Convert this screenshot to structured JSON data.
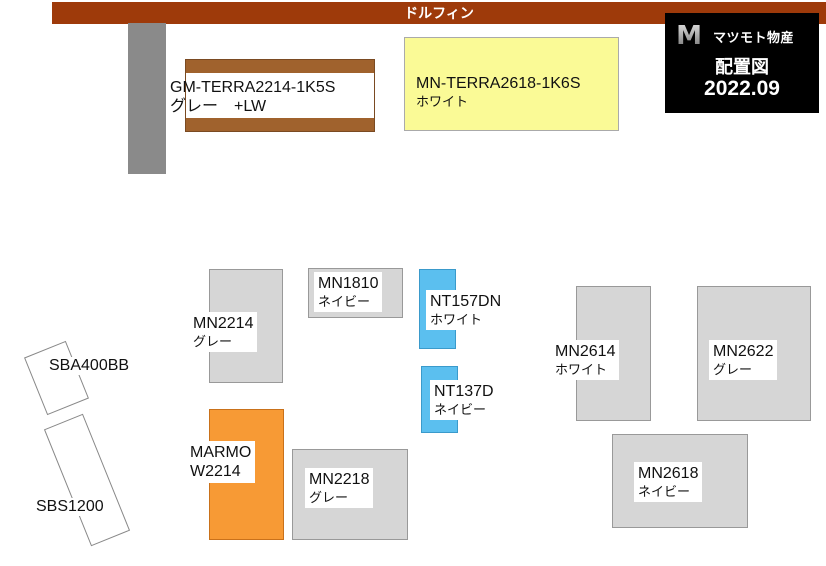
{
  "banner": "ドルフィン",
  "logo": {
    "brand": "マツモト物産",
    "title": "配置図",
    "date": "2022.09"
  },
  "items": [
    {
      "model": "GM-TERRA2214-1K5S",
      "color": "グレー　+LW"
    },
    {
      "model": "MN-TERRA2618-1K6S",
      "color": "ホワイト"
    },
    {
      "model": "MN1810",
      "color": "ネイビー"
    },
    {
      "model": "NT157DN",
      "color": "ホワイト"
    },
    {
      "model": "MN2214",
      "color": "グレー"
    },
    {
      "model": "NT137D",
      "color": "ネイビー"
    },
    {
      "model": "MN2614",
      "color": "ホワイト"
    },
    {
      "model": "MN2622",
      "color": "グレー"
    },
    {
      "model": "MARMO",
      "color": "W2214"
    },
    {
      "model": "MN2218",
      "color": "グレー"
    },
    {
      "model": "MN2618",
      "color": "ネイビー"
    },
    {
      "model": "SBA400BB",
      "color": ""
    },
    {
      "model": "SBS1200",
      "color": ""
    }
  ],
  "colors": {
    "banner": "#9e3a0a",
    "wood": "#a0622d",
    "yellow": "#fafa96",
    "blue": "#5bbfef",
    "orange": "#f79a35",
    "gray": "#d6d6d6",
    "pillar": "#8a8a8a"
  }
}
